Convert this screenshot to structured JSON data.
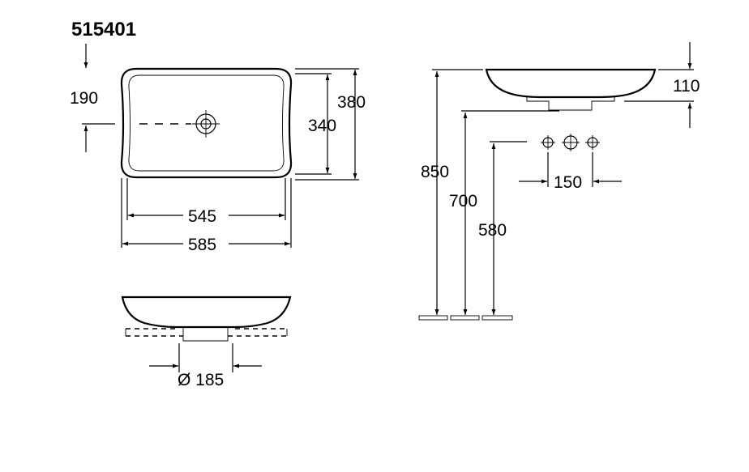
{
  "model_number": "515401",
  "dimensions": {
    "d190": "190",
    "d380": "380",
    "d340": "340",
    "d545": "545",
    "d585": "585",
    "d185": "Ø 185",
    "d110": "110",
    "d850": "850",
    "d700": "700",
    "d580": "580",
    "d150": "150"
  },
  "colors": {
    "line": "#000000",
    "background": "#ffffff"
  }
}
